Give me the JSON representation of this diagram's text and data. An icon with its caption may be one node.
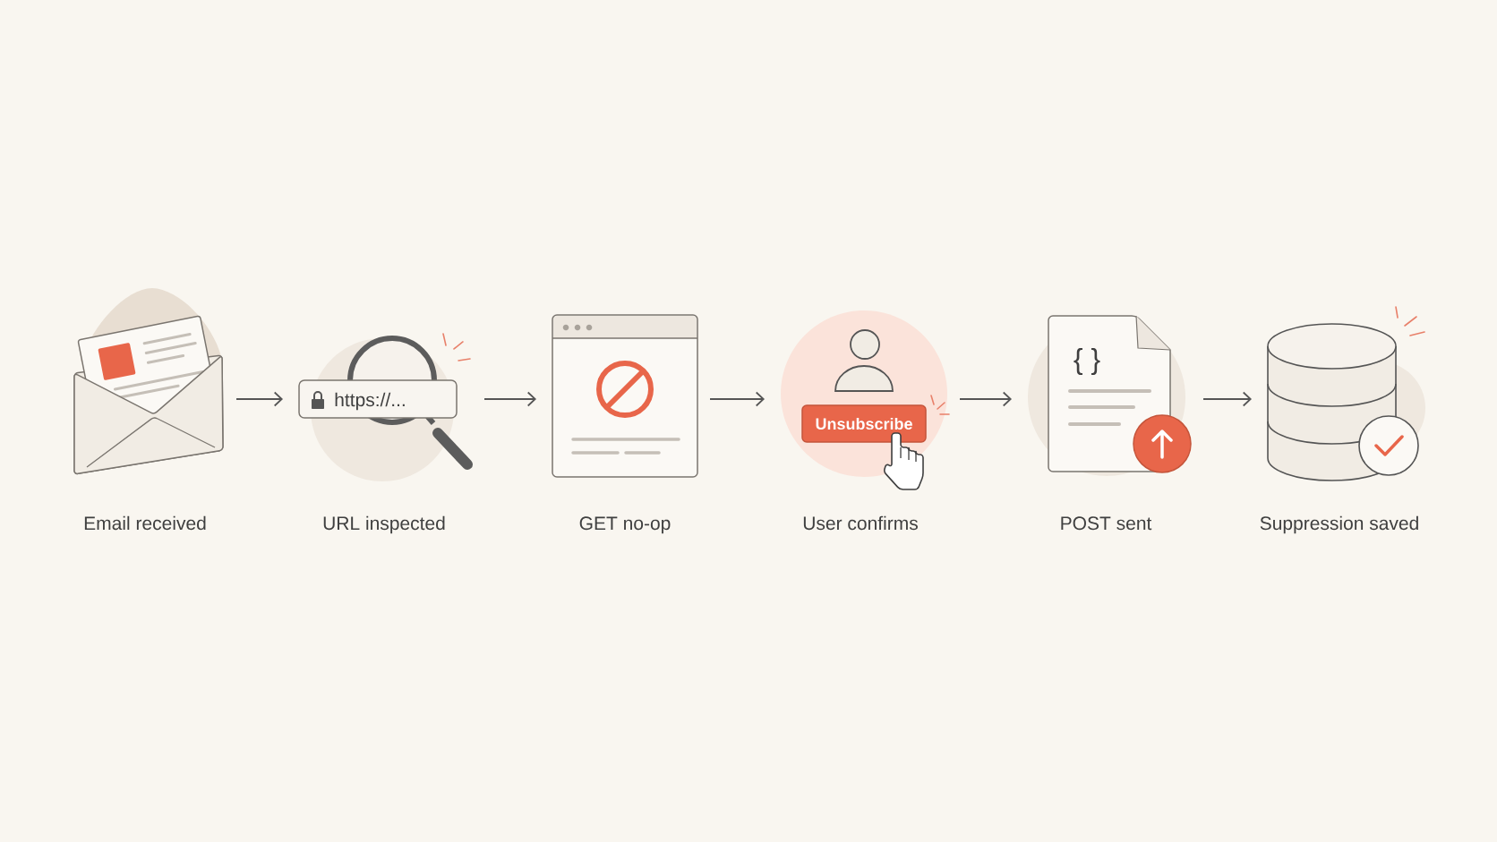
{
  "diagram": {
    "nodes": [
      {
        "text": [
          "Email received"
        ]
      },
      {
        "text": [
          "https://...",
          "URL inspected"
        ]
      },
      {
        "text": [
          "GET no-op"
        ]
      },
      {
        "text": [
          "Unsubscribe",
          "User confirms"
        ]
      },
      {
        "text": [
          "{ }",
          "POST sent"
        ]
      },
      {
        "text": [
          "Suppression saved"
        ]
      }
    ],
    "edges": [
      {
        "from": 0,
        "to": 1,
        "arrow": "to"
      },
      {
        "from": 1,
        "to": 2,
        "arrow": "to"
      },
      {
        "from": 2,
        "to": 3,
        "arrow": "to"
      },
      {
        "from": 3,
        "to": 4,
        "arrow": "to"
      },
      {
        "from": 4,
        "to": 5,
        "arrow": "to"
      }
    ]
  }
}
